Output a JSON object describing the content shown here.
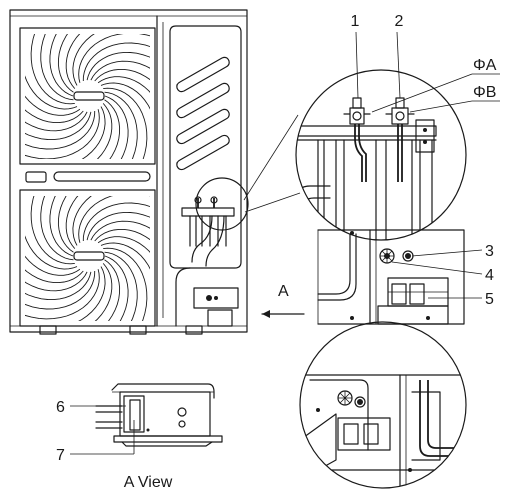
{
  "callouts": {
    "c1": "1",
    "c2": "2",
    "c3": "3",
    "c4": "4",
    "c5": "5",
    "c6": "6",
    "c7": "7",
    "phiA": "ΦA",
    "phiB": "ΦB"
  },
  "view_arrow_label": "A",
  "view_caption": "A View",
  "colors": {
    "line": "#1a1a1a",
    "background": "#ffffff"
  }
}
